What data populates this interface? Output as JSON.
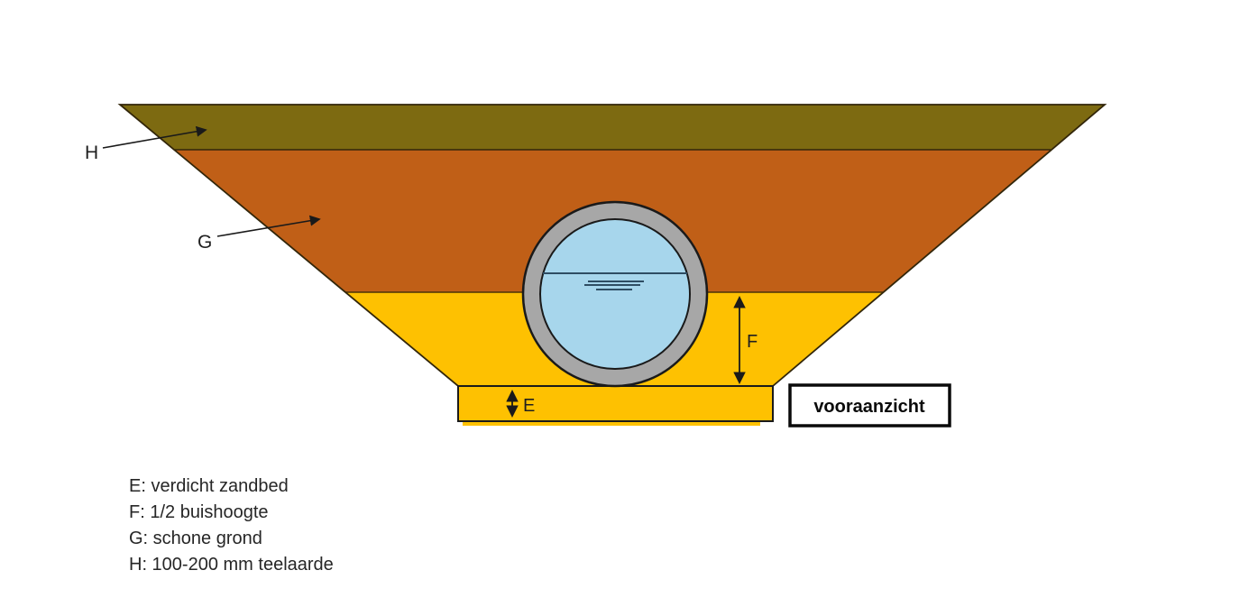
{
  "diagram": {
    "pointer_labels": {
      "h": "H",
      "g": "G"
    },
    "dimension_labels": {
      "e": "E",
      "f": "F"
    },
    "view_label": "vooraanzicht",
    "colors": {
      "topsoil": "#7d6a11",
      "clean_soil": "#c05f17",
      "sand": "#fec101",
      "pipe_ring": "#a7a7a7",
      "water": "#a7d6ec",
      "water_line": "#2e4d63"
    }
  },
  "legend": {
    "items": [
      "E: verdicht zandbed",
      "F: 1/2 buishoogte",
      "G: schone grond",
      "H: 100-200 mm teelaarde"
    ]
  }
}
